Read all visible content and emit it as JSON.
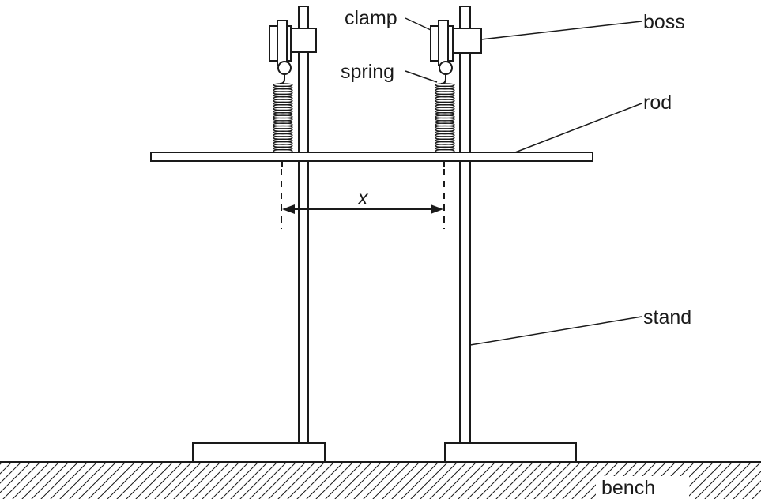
{
  "labels": {
    "clamp": "clamp",
    "spring": "spring",
    "boss": "boss",
    "rod": "rod",
    "stand": "stand",
    "bench": "bench",
    "x": "x"
  }
}
